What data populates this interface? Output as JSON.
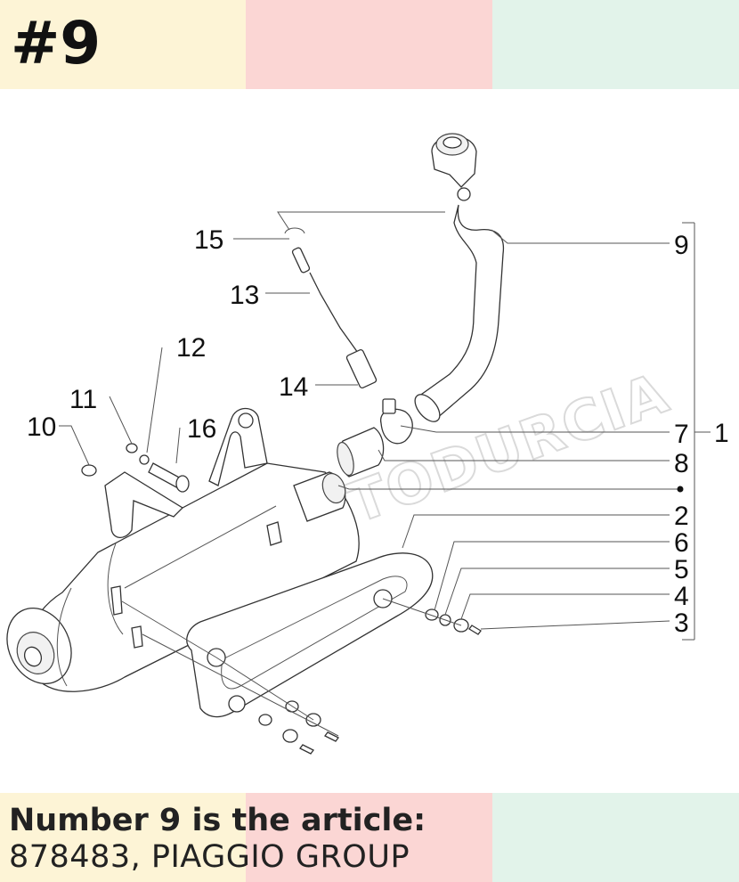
{
  "header": {
    "title": "#9",
    "band_colors": [
      "#fdf4d6",
      "#fbd6d4",
      "#e2f3ea"
    ]
  },
  "footer": {
    "line1": "Number 9 is the article:",
    "line2": "878483, PIAGGIO GROUP",
    "band_colors": [
      "#fdf4d6",
      "#fbd6d4",
      "#e2f3ea"
    ]
  },
  "diagram": {
    "labels": {
      "l1": "1",
      "l2": "2",
      "l3": "3",
      "l4": "4",
      "l5": "5",
      "l6": "6",
      "l7": "7",
      "l8": "8",
      "l9": "9",
      "l10": "10",
      "l11": "11",
      "l12": "12",
      "l13": "13",
      "l14": "14",
      "l15": "15",
      "l16": "16"
    },
    "watermark": "MOTODURCIA"
  }
}
